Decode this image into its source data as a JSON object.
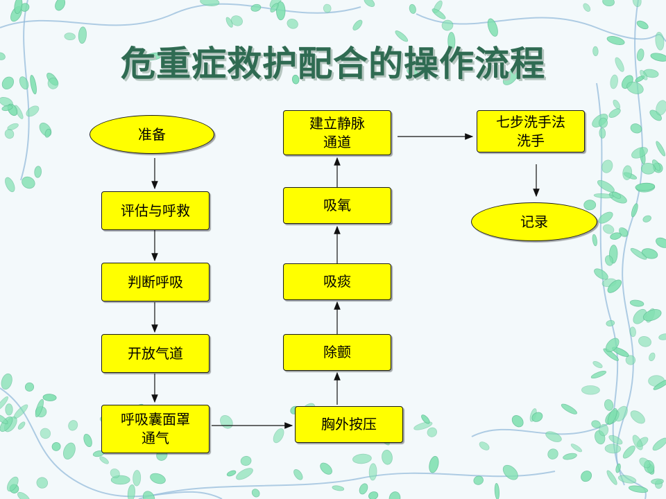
{
  "title": "危重症救护配合的操作流程",
  "nodes": {
    "prepare": "准备",
    "assess": "评估与呼救",
    "judge_breathing": "判断呼吸",
    "open_airway": "开放气道",
    "bag_mask_line1": "呼吸囊面罩",
    "bag_mask_line2": "通气",
    "chest_compression": "胸外按压",
    "defibrillation": "除颤",
    "suction": "吸痰",
    "oxygen": "吸氧",
    "iv_line1": "建立静脉",
    "iv_line2": "通道",
    "handwash_line1": "七步洗手法",
    "handwash_line2": "洗手",
    "record": "记录"
  },
  "colors": {
    "node_fill": "#ffff00",
    "title": "#2f6b52",
    "background": "#f3f9fb",
    "leaf_decoration": "#7fe0b0",
    "vine_decoration": "#8fb8d8"
  }
}
